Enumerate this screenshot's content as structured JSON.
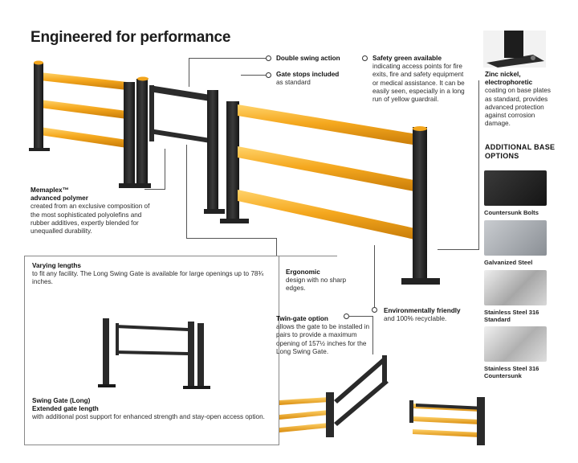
{
  "title": "Engineered for performance",
  "callouts": {
    "double_swing": "Double swing action",
    "gate_stops_title": "Gate stops included",
    "gate_stops_text": "as standard",
    "safety_title": "Safety green available",
    "safety_text": "indicating access points for fire exits, fire and safety equipment or medical assistance. It can be easily seen, especially in a long run of yellow guardrail.",
    "zinc_title": "Zinc nickel, electrophoretic",
    "zinc_text": "coating on base plates as standard, provides advanced protection against corrosion damage.",
    "memaplex_title": "Memaplex™ advanced polymer",
    "memaplex_text": "created from an exclusive composition of the most sophisticated polyolefins and rubber additives, expertly blended for unequalled durability.",
    "ergonomic_title": "Ergonomic",
    "ergonomic_text": "design with no sharp edges.",
    "environment_title": "Environmentally friendly",
    "environment_text": "and 100% recyclable.",
    "twin_title": "Twin-gate option",
    "twin_text": "allows the gate to be installed in pairs to provide a maximum opening of 157½ inches for the Long Swing Gate."
  },
  "varying": {
    "title": "Varying lengths",
    "text": "to fit any facility. The Long Swing Gate is available for large openings up to 78¾ inches."
  },
  "swing_gate": {
    "title": "Swing Gate (Long)",
    "subtitle": "Extended gate length",
    "text": "with additional post support for enhanced strength and stay-open access option."
  },
  "base_options": {
    "heading": "ADDITIONAL BASE OPTIONS",
    "items": [
      {
        "label": "Countersunk Bolts"
      },
      {
        "label": "Galvanized Steel"
      },
      {
        "label": "Stainless Steel 316 Standard"
      },
      {
        "label": "Stainless Steel 316 Countersunk"
      }
    ]
  },
  "colors": {
    "rail_yellow": "#f2a51c",
    "post_black": "#2a2a2a",
    "accent_line": "#555555"
  }
}
